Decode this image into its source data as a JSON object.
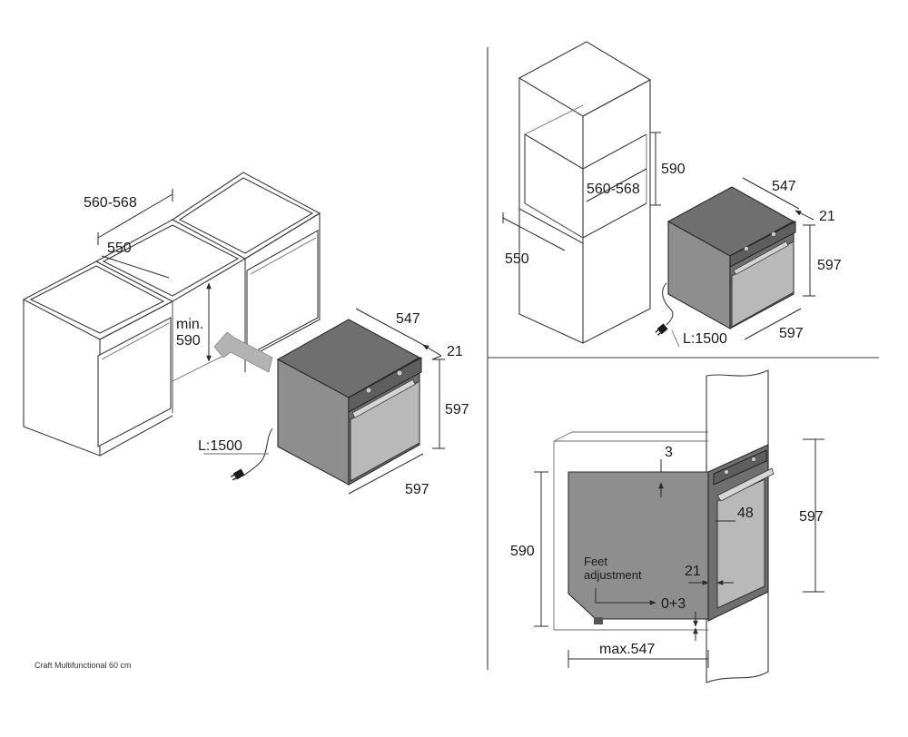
{
  "caption": "Craft Multifunctional 60 cm",
  "left_view": {
    "width_range": "560-568",
    "depth": "550",
    "min_label": "min.",
    "min_height": "590",
    "oven_depth": "547",
    "panel_thickness": "21",
    "oven_height": "597",
    "oven_width": "597",
    "cable_length": "L:1500"
  },
  "top_right_view": {
    "niche_height": "590",
    "width_range": "560-568",
    "depth": "550",
    "oven_depth": "547",
    "panel_thickness": "21",
    "oven_height": "597",
    "oven_width": "597",
    "cable_length": "L:1500"
  },
  "bottom_right_view": {
    "top_gap": "3",
    "handle_depth": "48",
    "oven_height": "597",
    "niche_height": "590",
    "feet_label_line1": "Feet",
    "feet_label_line2": "adjustment",
    "feet_range": "0+3",
    "panel_thickness": "21",
    "max_depth": "max.547"
  }
}
